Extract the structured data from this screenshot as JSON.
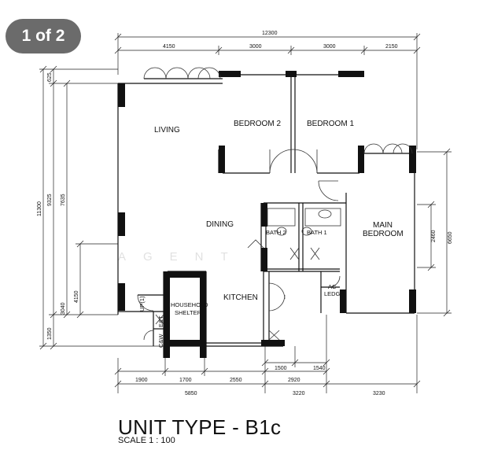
{
  "badge": {
    "label": "1 of 2"
  },
  "title": "UNIT TYPE - B1c",
  "scale": "SCALE  1 : 100",
  "watermark": "AGENT",
  "rooms": {
    "living": "LIVING",
    "bedroom2": "BEDROOM  2",
    "bedroom1": "BEDROOM  1",
    "dining": "DINING",
    "main_bedroom_1": "MAIN",
    "main_bedroom_2": "BEDROOM",
    "bath2": "BATH 2",
    "bath1": "BATH 1",
    "kitchen": "KITCHEN",
    "household_shelter_1": "HOUSEHOLD",
    "household_shelter_2": "SHELTER",
    "ac_ledge_1": "AC",
    "ac_ledge_2": "LEDGE",
    "up_label": "UP(1)",
    "et_label": "E&T",
    "cw_label": "C&W"
  },
  "dimensions": {
    "top_total": "12300",
    "top_segments": [
      "4150",
      "3000",
      "3000",
      "2150"
    ],
    "bottom_row1": [
      "1900",
      "1700",
      "2550",
      "2920"
    ],
    "bottom_row1b": [
      "1500",
      "1540"
    ],
    "bottom_row2": [
      "5850",
      "3220",
      "3230"
    ],
    "left_total": "11300",
    "left_9325": "9325",
    "left_625": "625",
    "left_7635": "7635",
    "left_4150": "4150",
    "left_3040": "3040",
    "left_1350": "1350",
    "right_6650": "6650",
    "right_2460": "2460"
  }
}
